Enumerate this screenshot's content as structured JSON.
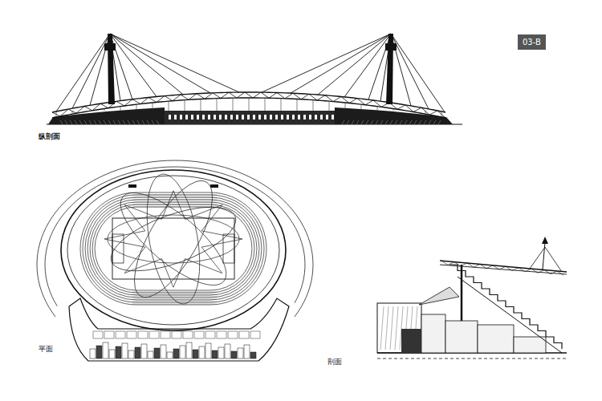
{
  "diagram": {
    "nodes": [
      {
        "text": [
          "03-B"
        ]
      }
    ],
    "labels": [
      "纵剖面",
      "平面",
      "剖面"
    ]
  }
}
